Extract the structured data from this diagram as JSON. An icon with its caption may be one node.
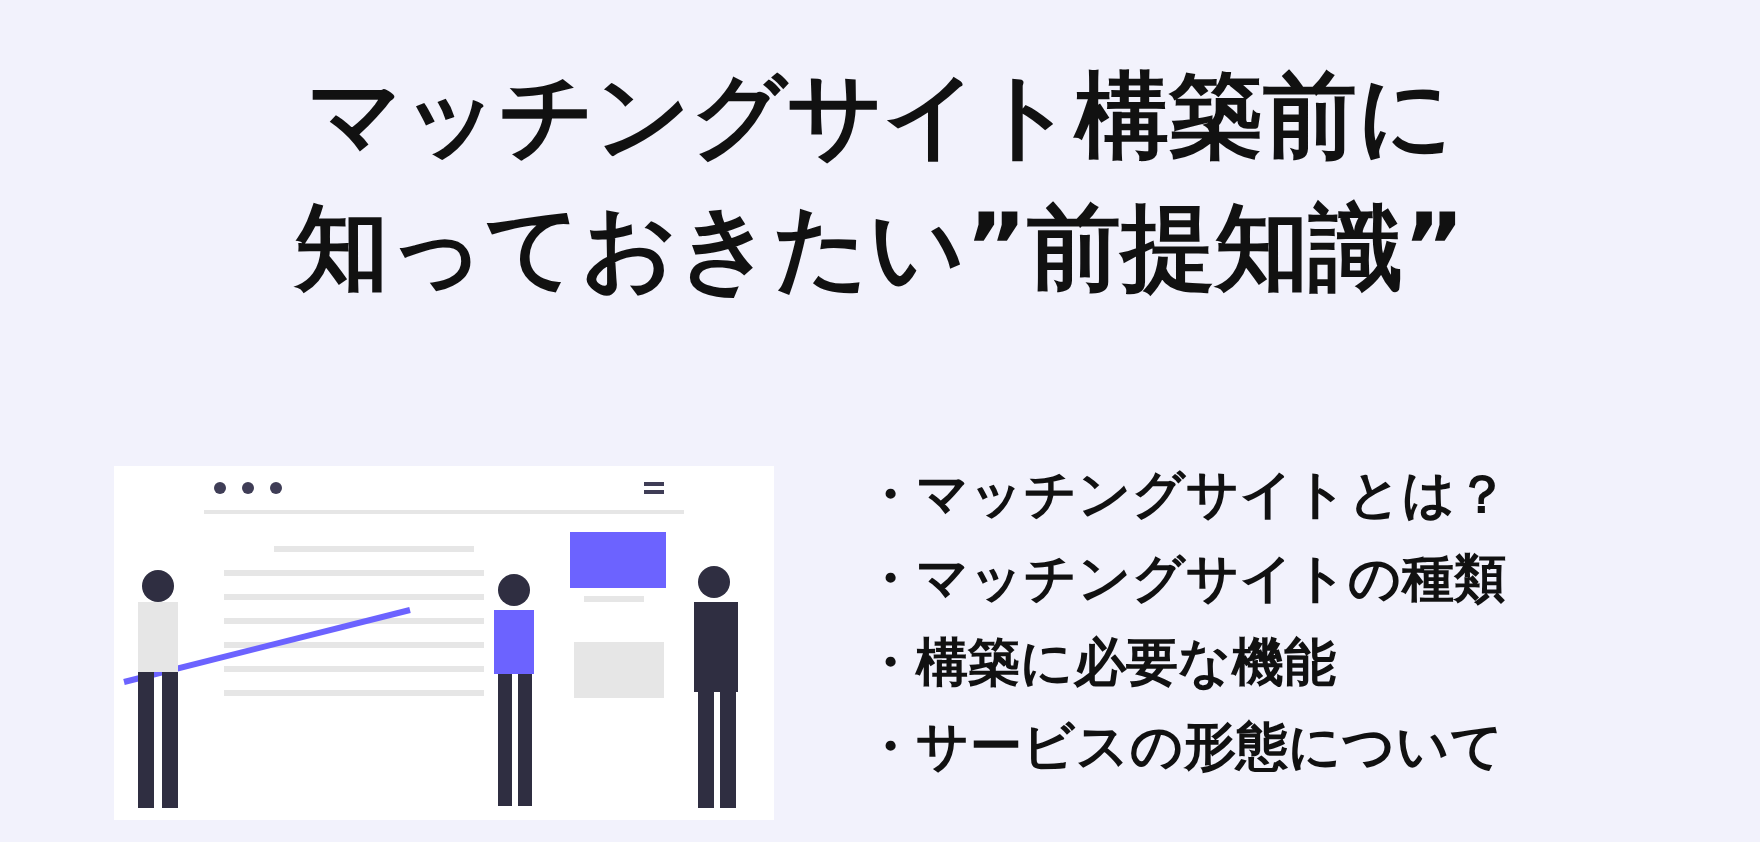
{
  "diagram": {
    "title": "マッチングサイト構築前に知っておきたい”前提知識”",
    "labels": [
      "・マッチングサイトとは？",
      "・マッチングサイトの種類",
      "・構築に必要な機能",
      "・サービスの形態について"
    ]
  }
}
